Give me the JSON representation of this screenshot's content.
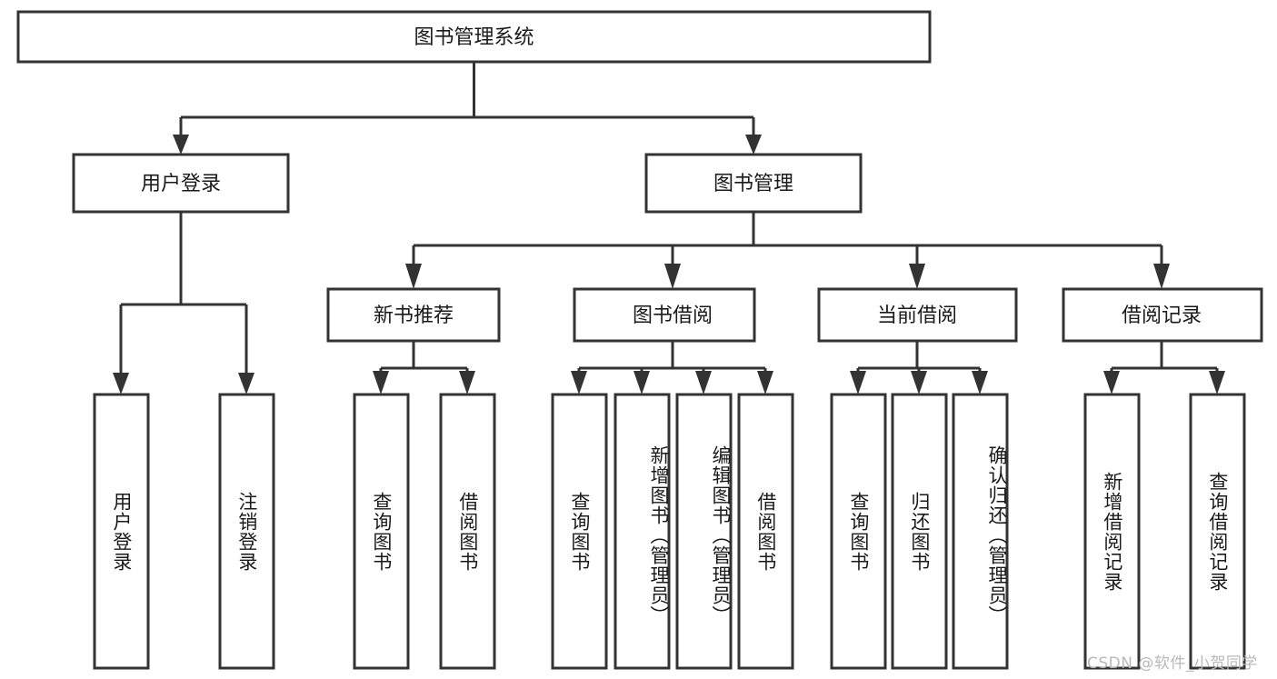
{
  "diagram": {
    "type": "tree",
    "title": "图书管理系统",
    "root": {
      "label": "图书管理系统"
    },
    "level2": [
      {
        "label": "用户登录"
      },
      {
        "label": "图书管理"
      }
    ],
    "level3": [
      {
        "label": "新书推荐"
      },
      {
        "label": "图书借阅"
      },
      {
        "label": "当前借阅"
      },
      {
        "label": "借阅记录"
      }
    ],
    "leaves": {
      "user_login": [
        {
          "label": "用户登录"
        },
        {
          "label": "注销登录"
        }
      ],
      "new_book_recommend": [
        {
          "label": "查询图书"
        },
        {
          "label": "借阅图书"
        }
      ],
      "book_borrow": [
        {
          "label": "查询图书"
        },
        {
          "label": "新增图书（管理员）"
        },
        {
          "label": "编辑图书（管理员）"
        },
        {
          "label": "借阅图书"
        }
      ],
      "current_borrow": [
        {
          "label": "查询图书"
        },
        {
          "label": "归还图书"
        },
        {
          "label": "确认归还（管理员）"
        }
      ],
      "borrow_record": [
        {
          "label": "新增借阅记录"
        },
        {
          "label": "查询借阅记录"
        }
      ]
    }
  },
  "watermark": {
    "text": "CSDN @软件_小贺同学"
  },
  "colors": {
    "box_stroke": "#333333",
    "box_fill": "#ffffff",
    "text": "#1a1a1a",
    "watermark": "#b9b9b9",
    "background": "#ffffff"
  }
}
